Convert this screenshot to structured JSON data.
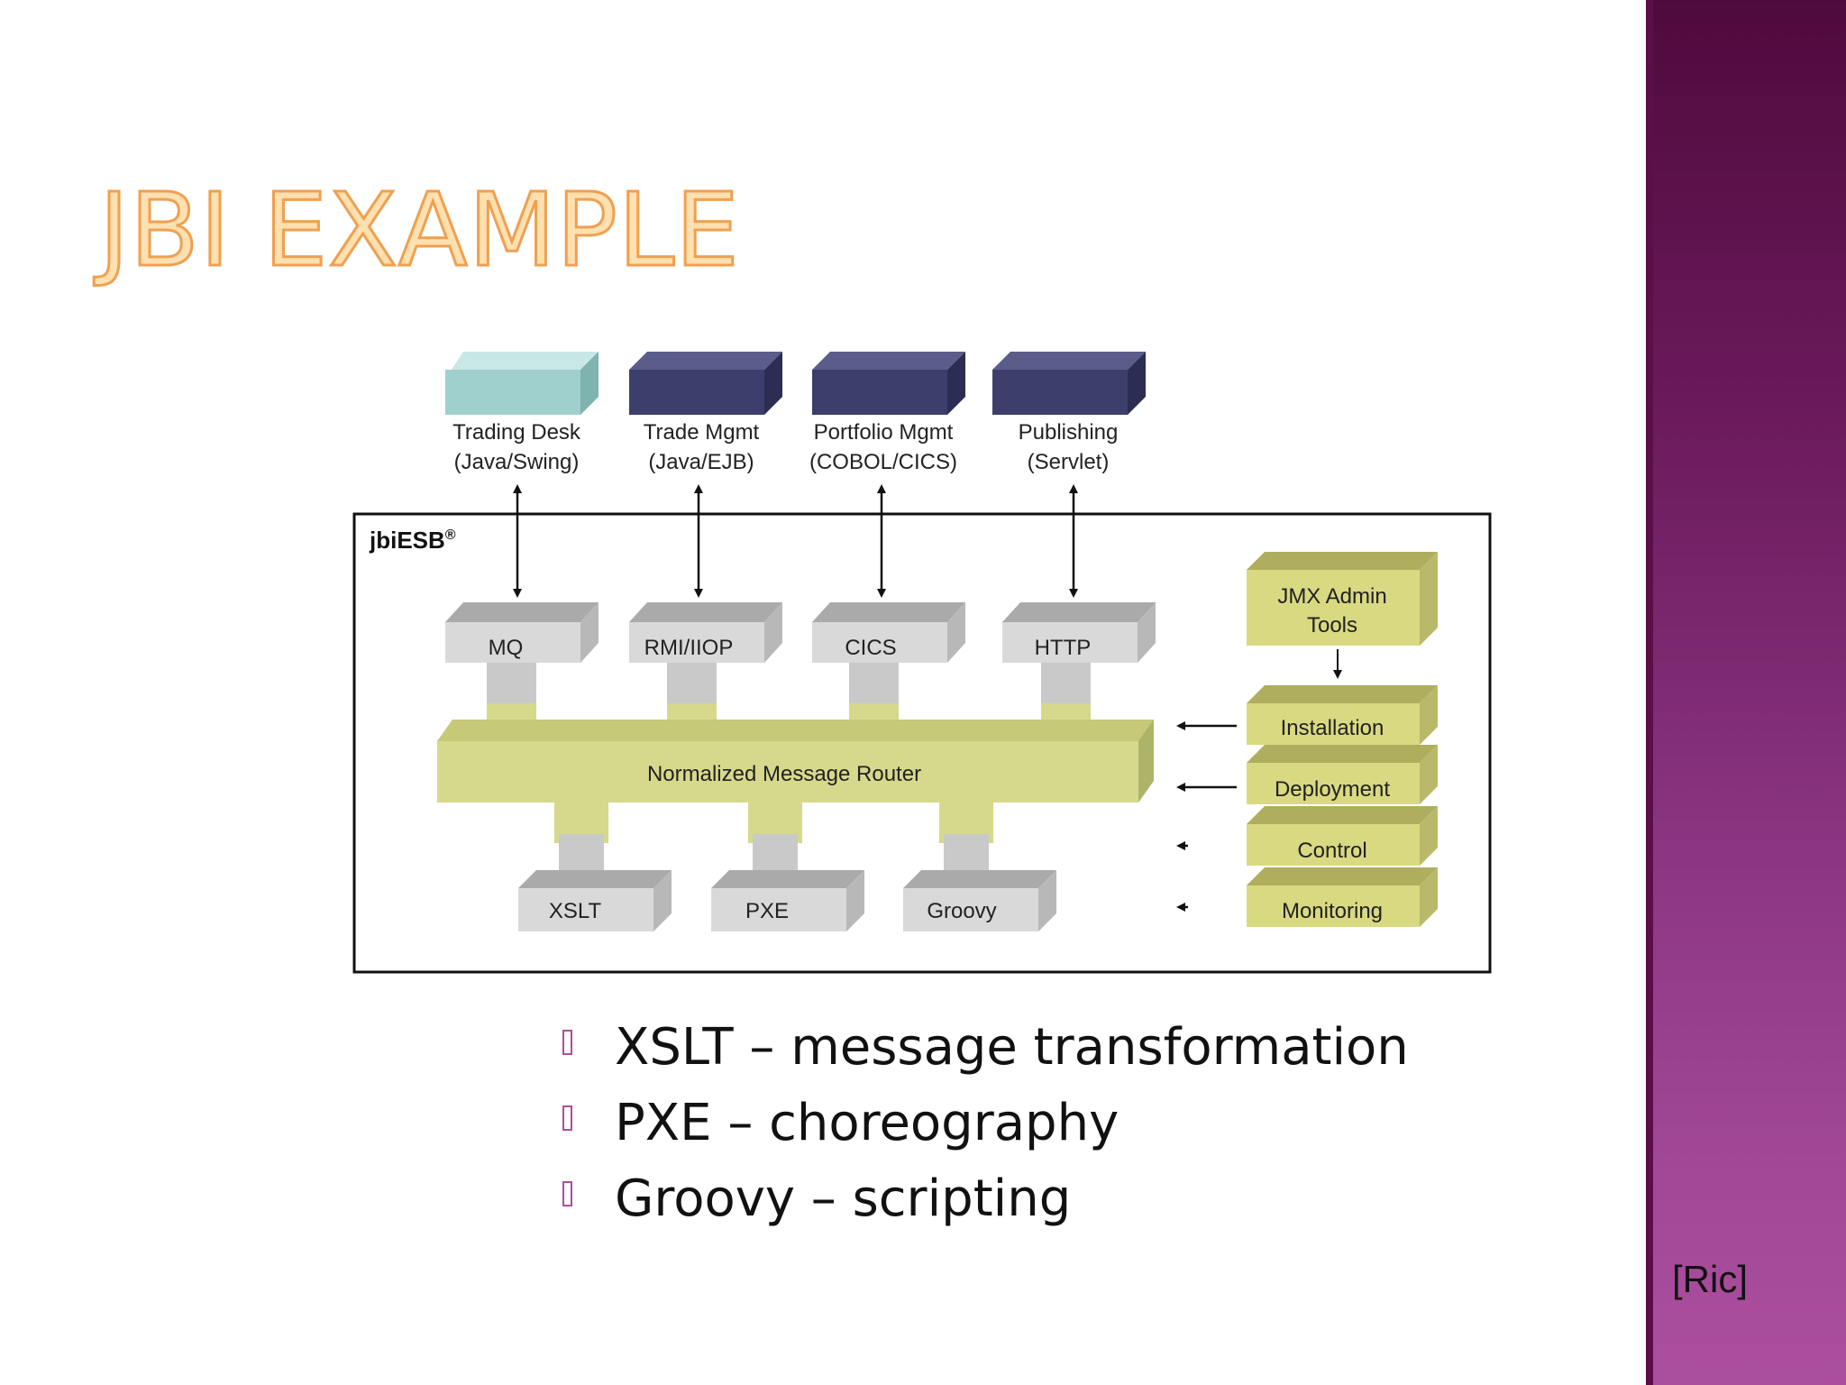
{
  "slide": {
    "title": "JBI EXAMPLE",
    "citation": "[Ric]",
    "bullets": [
      "XSLT – message transformation",
      "PXE – choreography",
      "Groovy – scripting"
    ]
  },
  "diagram": {
    "container_label": "jbiESB",
    "container_mark": "®",
    "applications": [
      {
        "line1": "Trading Desk",
        "line2": "(Java/Swing)",
        "color": "#9fd0cd"
      },
      {
        "line1": "Trade Mgmt",
        "line2": "(Java/EJB)",
        "color": "#3c3f6b"
      },
      {
        "line1": "Portfolio Mgmt",
        "line2": "(COBOL/CICS)",
        "color": "#3c3f6b"
      },
      {
        "line1": "Publishing",
        "line2": "(Servlet)",
        "color": "#3c3f6b"
      }
    ],
    "binding_components": [
      "MQ",
      "RMI/IIOP",
      "CICS",
      "HTTP"
    ],
    "router": "Normalized Message Router",
    "service_engines": [
      "XSLT",
      "PXE",
      "Groovy"
    ],
    "admin": {
      "top": [
        "JMX Admin",
        "Tools"
      ],
      "items": [
        "Installation",
        "Deployment",
        "Control",
        "Monitoring"
      ]
    },
    "colors": {
      "router": "#d6d98c",
      "admin": "#d9d982",
      "component": "#d9d9d9",
      "border": "#111111"
    }
  }
}
